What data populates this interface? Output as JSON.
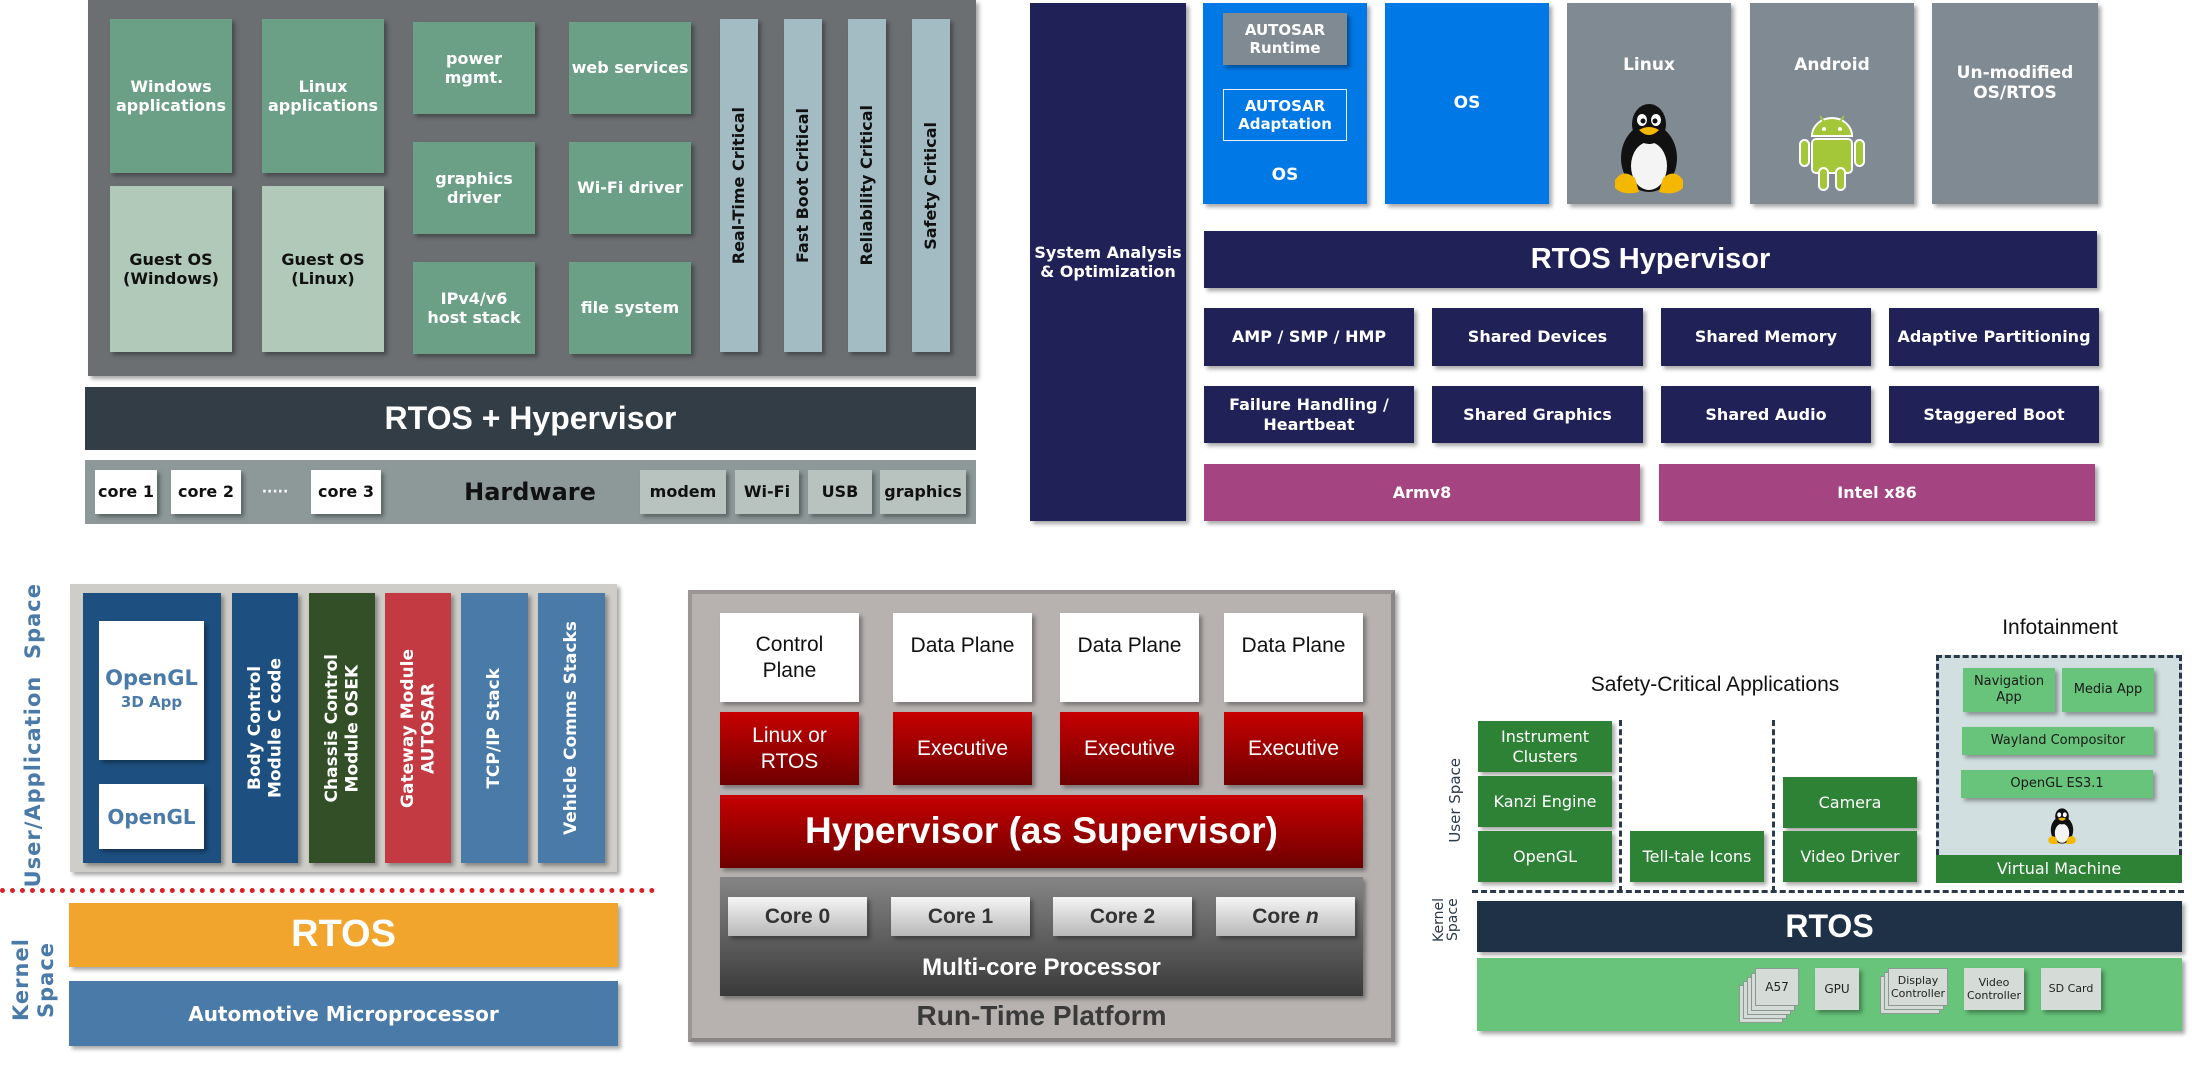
{
  "panel1": {
    "apps": [
      "Windows\napplications",
      "Linux\napplications"
    ],
    "guests": [
      "Guest OS\n(Windows)",
      "Guest OS\n(Linux)"
    ],
    "services": [
      "power\nmgmt.",
      "web services",
      "graphics\ndriver",
      "Wi-Fi driver",
      "IPv4/v6\nhost stack",
      "file system"
    ],
    "criticals": [
      "Real-Time Critical",
      "Fast Boot Critical",
      "Reliability Critical",
      "Safety Critical"
    ],
    "rtos_hypervisor": "RTOS + Hypervisor",
    "hardware": {
      "label": "Hardware",
      "cores": [
        "core 1",
        "core 2",
        "core 3"
      ],
      "ellipsis": "·····",
      "devices": [
        "modem",
        "Wi-Fi",
        "USB",
        "graphics"
      ]
    }
  },
  "panel2": {
    "system_analysis": "System Analysis\n& Optimization",
    "autosar_runtime": "AUTOSAR\nRuntime",
    "autosar_adaptation": "AUTOSAR\nAdaptation",
    "os_label_1": "OS",
    "os_label_2": "OS",
    "linux": "Linux",
    "android": "Android",
    "unmodified": "Un-modified\nOS/RTOS",
    "rtos_hypervisor": "RTOS Hypervisor",
    "features_row1": [
      "AMP / SMP / HMP",
      "Shared Devices",
      "Shared Memory",
      "Adaptive Partitioning"
    ],
    "features_row2": [
      "Failure Handling /\nHeartbeat",
      "Shared Graphics",
      "Shared Audio",
      "Staggered Boot"
    ],
    "architectures": [
      "Armv8",
      "Intel x86"
    ]
  },
  "panel3": {
    "user_space_label": "User/Application  Space",
    "kernel_space_label": "Kernel Space",
    "opengl_3d_title": "OpenGL",
    "opengl_3d_sub": "3D App",
    "opengl": "OpenGL",
    "modules": [
      "Body Control\nModule C code",
      "Chassis Control\nModule OSEK",
      "Gateway Module\nAUTOSAR",
      "TCP/IP Stack",
      "Vehicle Comms Stacks"
    ],
    "rtos": "RTOS",
    "microprocessor": "Automotive Microprocessor"
  },
  "panel4": {
    "planes": [
      "Control\nPlane",
      "Data Plane",
      "Data Plane",
      "Data Plane"
    ],
    "executives": [
      "Linux or\nRTOS",
      "Executive",
      "Executive",
      "Executive"
    ],
    "hypervisor": "Hypervisor (as Supervisor)",
    "cores": [
      "Core 0",
      "Core 1",
      "Core 2",
      "Core "
    ],
    "core_n": "n",
    "processor": "Multi-core Processor",
    "platform": "Run-Time Platform"
  },
  "panel5": {
    "safety_title": "Safety-Critical Applications",
    "infotainment_title": "Infotainment",
    "user_space_label": "User Space",
    "kernel_space_label": "Kernel\nSpace",
    "col1": [
      "Instrument\nClusters",
      "Kanzi Engine",
      "OpenGL"
    ],
    "col2": [
      "Tell-tale Icons"
    ],
    "col3": [
      "Camera",
      "Video Driver"
    ],
    "infotainment": {
      "nav": "Navigation\nApp",
      "media": "Media App",
      "wayland": "Wayland Compositor",
      "opengl_es": "OpenGL ES3.1",
      "vm": "Virtual Machine"
    },
    "rtos": "RTOS",
    "hardware": [
      "A57",
      "GPU",
      "Display\nController",
      "Video\nController",
      "SD Card"
    ]
  }
}
